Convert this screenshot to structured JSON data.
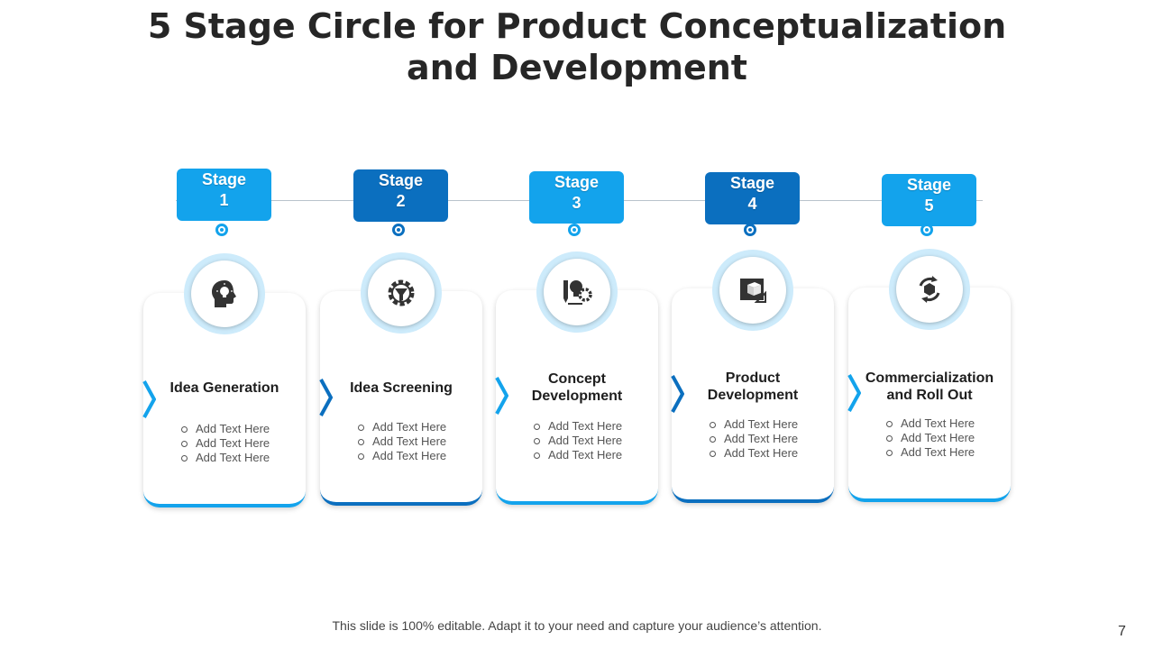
{
  "title": {
    "line1": "5 Stage Circle for Product Conceptualization",
    "line2": "and Development"
  },
  "colors": {
    "light_blue": "#13a3ec",
    "dark_blue": "#0b6fbf",
    "ring": "#cdebfb",
    "icon": "#333333"
  },
  "stages": [
    {
      "badge_word": "Stage",
      "badge_num": "1",
      "title_l1": "Idea Generation",
      "title_l2": "",
      "icon": "head-bulb-icon",
      "bullets": [
        "Add Text Here",
        "Add Text Here",
        "Add Text Here"
      ]
    },
    {
      "badge_word": "Stage",
      "badge_num": "2",
      "title_l1": "Idea Screening",
      "title_l2": "",
      "icon": "gear-funnel-icon",
      "bullets": [
        "Add Text Here",
        "Add Text Here",
        "Add Text Here"
      ]
    },
    {
      "badge_word": "Stage",
      "badge_num": "3",
      "title_l1": "Concept",
      "title_l2": "Development",
      "icon": "pencil-bulb-gear-icon",
      "bullets": [
        "Add Text Here",
        "Add Text Here",
        "Add Text Here"
      ]
    },
    {
      "badge_word": "Stage",
      "badge_num": "4",
      "title_l1": "Product",
      "title_l2": "Development",
      "icon": "blueprint-box-icon",
      "bullets": [
        "Add Text Here",
        "Add Text Here",
        "Add Text Here"
      ]
    },
    {
      "badge_word": "Stage",
      "badge_num": "5",
      "title_l1": "Commercialization",
      "title_l2": "and Roll Out",
      "icon": "cycle-hexagon-icon",
      "bullets": [
        "Add Text Here",
        "Add Text Here",
        "Add Text Here"
      ]
    }
  ],
  "footer": "This slide is 100% editable. Adapt it to your need and capture your audience’s attention.",
  "page_number": "7"
}
